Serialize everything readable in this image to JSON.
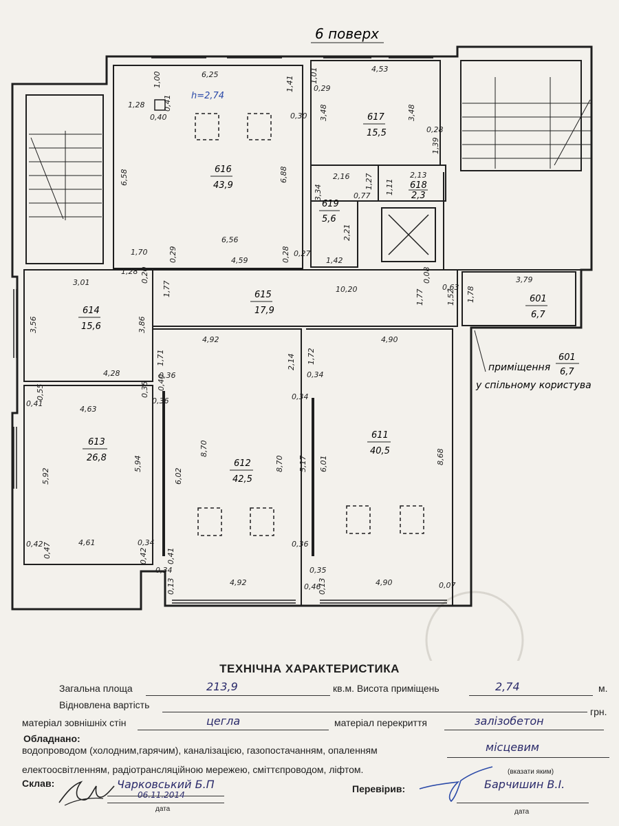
{
  "floor_title": "6 поверх",
  "height_note": "h=2,74",
  "rooms": [
    {
      "id": "616",
      "area": "43,9"
    },
    {
      "id": "617",
      "area": "15,5"
    },
    {
      "id": "618",
      "area": "2,3"
    },
    {
      "id": "619",
      "area": "5,6"
    },
    {
      "id": "615",
      "area": "17,9"
    },
    {
      "id": "601",
      "area": "6,7"
    },
    {
      "id": "614",
      "area": "15,6"
    },
    {
      "id": "613",
      "area": "26,8"
    },
    {
      "id": "612",
      "area": "42,5"
    },
    {
      "id": "611",
      "area": "40,5"
    }
  ],
  "dims": {
    "d_625": "6,25",
    "d_100": "1,00",
    "d_128": "1,28",
    "d_041": "0,41",
    "d_040": "0,40",
    "d_141": "1,41",
    "d_030": "0,30",
    "d_658": "6,58",
    "d_688": "6,88",
    "d_656": "6,56",
    "d_170": "1,70",
    "d_029": "0,29",
    "d_459": "4,59",
    "d_028": "0,28",
    "d_027": "0,27",
    "d_101": "1,01",
    "d_029b": "0,29",
    "d_453": "4,53",
    "d_348a": "3,48",
    "d_348b": "3,48",
    "d_028b": "0,28",
    "d_139": "1,39",
    "d_216": "2,16",
    "d_127": "1,27",
    "d_213": "2,13",
    "d_334": "3,34",
    "d_077": "0,77",
    "d_111": "1,11",
    "d_221": "2,21",
    "d_142": "1,42",
    "d_128b": "1,28",
    "d_020": "0,20",
    "d_301": "3,01",
    "d_177a": "1,77",
    "d_1020": "10,20",
    "d_177b": "1,77",
    "d_008": "0,08",
    "d_063": "0,63",
    "d_152": "1,52",
    "d_178": "1,78",
    "d_379": "3,79",
    "d_356": "3,56",
    "d_386": "3,86",
    "d_428": "4,28",
    "d_492a": "4,92",
    "d_490a": "4,90",
    "d_171": "1,71",
    "d_214": "2,14",
    "d_172": "1,72",
    "d_036": "0,36",
    "d_040b": "0,40",
    "d_034": "0,34",
    "d_035": "0,35",
    "d_036b": "0,36",
    "d_034b": "0,34",
    "d_055": "0,55",
    "d_041b": "0,41",
    "d_463": "4,63",
    "d_592": "5,92",
    "d_594": "5,94",
    "d_602": "6,02",
    "d_870a": "8,70",
    "d_870b": "8,70",
    "d_517": "5,17",
    "d_601": "6,01",
    "d_868": "8,68",
    "d_042": "0,42",
    "d_047": "0,47",
    "d_461": "4,61",
    "d_034c": "0,34",
    "d_042b": "0,42",
    "d_041c": "0,41",
    "d_034d": "0,34",
    "d_036c": "0,36",
    "d_035b": "0,35",
    "d_013": "0,13",
    "d_492b": "4,92",
    "d_046": "0,46",
    "d_013b": "0,13",
    "d_490b": "4,90",
    "d_007": "0,07"
  },
  "shared_note": {
    "label": "приміщення",
    "number": "601",
    "area": "6,7",
    "line2": "у спільному користува"
  },
  "tech": {
    "title": "ТЕХНІЧНА ХАРАКТЕРИСТИКА",
    "total_area_label": "Загальна площа",
    "total_area_value": "213,9",
    "sqm_height_label": "кв.м. Висота приміщень",
    "height_value": "2,74",
    "m_label": "м.",
    "restored_value_label": "Відновлена вартість",
    "uah_label": "грн.",
    "wall_material_label": "матеріал зовнішніх стін",
    "wall_material_value": "цегла",
    "ceiling_material_label": "матеріал перекриття",
    "ceiling_material_value": "залізобетон",
    "equipped_label": "Обладнано:",
    "utilities_text": "водопроводом (холодним,гарячим), каналізацією, газопостачанням, опаленням",
    "heating_value": "місцевим",
    "specify_label": "(вказати яким)",
    "electric_text": "електоосвітленням, радіотрансляційною мережею, сміттєпроводом, ліфтом.",
    "compiled_label": "Склав:",
    "compiled_name": "Чарковський Б.П",
    "compiled_date": "06.11.2014",
    "date_label": "дата",
    "checked_label": "Перевірив:",
    "checked_name": "Барчишин В.І.",
    "date_label2": "дата"
  }
}
